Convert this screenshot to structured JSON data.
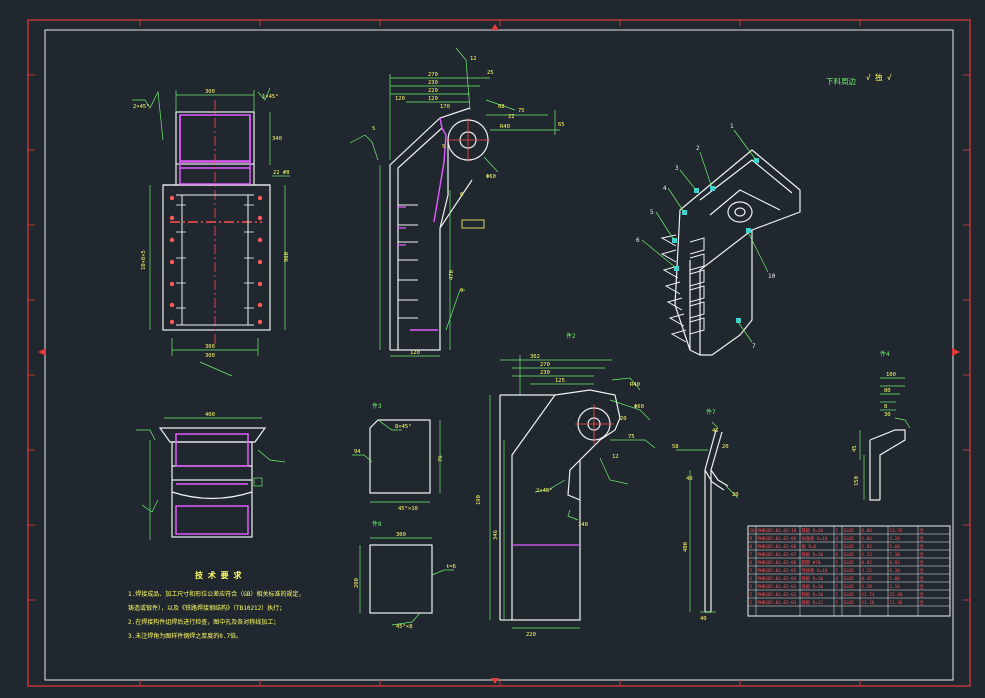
{
  "sheet": {
    "top_note": "下料周边",
    "top_note_symbols": "√ 独 √",
    "tech_title": "技 术 要 求",
    "tech_lines": [
      "1.焊接成品、加工尺寸和形位公差应符合（GB）相关标准的规定，",
      "  铸造或锻件），以及《铁路焊接钢结构》（TB10212）执行；",
      "2.在焊接构件组焊后进行检查，图中孔及各对称线加工；",
      "3.未注焊角为图样件钢焊之厚度的0.7倍。"
    ]
  },
  "views": {
    "front": {
      "dims": [
        "300",
        "340",
        "22 #8",
        "2×45°",
        "1×45°",
        "300",
        "10×8×5",
        "960",
        "300"
      ]
    },
    "side": {
      "dims": [
        "270",
        "230",
        "220",
        "120",
        "170",
        "68",
        "22",
        "75",
        "R40",
        "Φ60",
        "65",
        "120",
        "12",
        "25",
        "5",
        "470",
        "120"
      ],
      "balloons": [
        "6",
        "5",
        "9"
      ]
    },
    "bottom": {
      "dims": [
        "400"
      ]
    },
    "part_a": {
      "label": "件3",
      "dims": [
        "8×45°",
        "76",
        "45°×10",
        "94"
      ]
    },
    "part_b": {
      "label": "件8",
      "dims": [
        "300",
        "200",
        "t=6",
        "45°×8"
      ]
    },
    "part_c": {
      "label": "件2",
      "dims": [
        "302",
        "270",
        "230",
        "125",
        "R40",
        "Φ60",
        "20",
        "75",
        "12",
        "190",
        "346",
        "220",
        "2×45°",
        "140"
      ]
    },
    "part_d": {
      "label": "件7",
      "dims": [
        "45",
        "20",
        "58",
        "40",
        "400",
        "20",
        "40"
      ]
    },
    "part_e": {
      "label": "件4",
      "dims": [
        "100",
        "80",
        "8",
        "30",
        "45",
        "150"
      ]
    },
    "iso": {
      "balloons": [
        "1",
        "2",
        "3",
        "4",
        "5",
        "6",
        "10",
        "7"
      ]
    }
  },
  "bom": {
    "rows": [
      [
        "10",
        "PH0305.02.02-10",
        "耳板 δ=30",
        "2",
        "Q345",
        "6.88",
        "13.76",
        "合"
      ],
      [
        "9",
        "PH0305.02.02-09",
        "加强板 δ=10",
        "4",
        "Q345",
        "1.06",
        "4.24",
        "合"
      ],
      [
        "8",
        "PH0305.02.02-08",
        "板 δ=6",
        "2",
        "Q345",
        "2.83",
        "5.66",
        "合"
      ],
      [
        "7",
        "PH0305.02.02-07",
        "筋板 δ=10",
        "6",
        "Q345",
        "1.23",
        "7.38",
        "合"
      ],
      [
        "6",
        "PH0305.02.02-06",
        "圆管 Φ70",
        "1",
        "Q345",
        "0.92",
        "0.92",
        "合"
      ],
      [
        "5",
        "PH0305.02.02-05",
        "连接板 δ=10",
        "2",
        "Q345",
        "3.15",
        "6.30",
        "合"
      ],
      [
        "4",
        "PH0305.02.02-04",
        "筋板 δ=10",
        "4",
        "Q345",
        "0.45",
        "1.80",
        "合"
      ],
      [
        "3",
        "PH0305.02.02-03",
        "盖板 δ=10",
        "2",
        "Q345",
        "1.28",
        "2.56",
        "合"
      ],
      [
        "2",
        "PH0305.02.02-02",
        "侧板 δ=10",
        "2",
        "Q345",
        "12.74",
        "25.48",
        "合"
      ],
      [
        "1",
        "PH0305.02.02-01",
        "底板 δ=12",
        "1",
        "Q345",
        "11.36",
        "11.36",
        "合"
      ]
    ]
  }
}
